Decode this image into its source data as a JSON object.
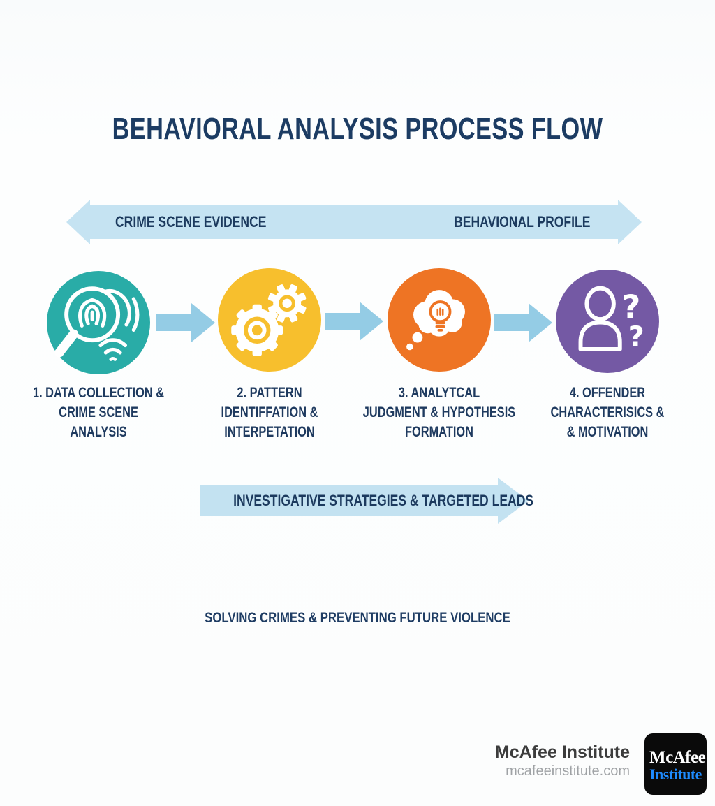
{
  "title": "BEHAVIORAL ANALYSIS PROCESS FLOW",
  "top_arrow": {
    "left_label": "CRIME SCENE EVIDENCE",
    "right_label": "BEHAVIONAL PROFILE"
  },
  "steps": [
    {
      "icon": "fingerprint-magnifier-icon",
      "color": "#29ACA7",
      "label_lines": [
        "1. DATA COLLECTION &",
        "CRIME SCENE",
        "ANALYSIS"
      ]
    },
    {
      "icon": "gears-icon",
      "color": "#F7BF2D",
      "label_lines": [
        "2. PATTERN",
        "IDENTIFFATION &",
        "INTERPETATION"
      ]
    },
    {
      "icon": "thought-bubble-lightbulb-icon",
      "color": "#EE7424",
      "label_lines": [
        "3. ANALYTCAL",
        "JUDGMENT & HYPOTHESIS",
        "FORMATION"
      ]
    },
    {
      "icon": "person-question-marks-icon",
      "color": "#7459A4",
      "label_lines": [
        "4. OFFENDER",
        "CHARACTERISICS &",
        "& MOTIVATION"
      ]
    }
  ],
  "middle_arrow": {
    "label": "INVESTIGATIVE STRATEGIES & TARGETED LEADS"
  },
  "outcome": "SOLVING CRIMES & PREVENTING FUTURE VIOLENCE",
  "branding": {
    "name": "McAfee Institute",
    "website": "mcafeeinstitute.com",
    "logo": {
      "line1": "McAfee",
      "line2": "Institute",
      "line1_color": "#FFFFFF",
      "line2_color": "#1E8BFF",
      "background": "#0A0A0A"
    }
  },
  "colors": {
    "title_navy": "#1C3C63",
    "label_navy": "#1E3A5F",
    "big_arrow_blue": "#C5E3F2",
    "connector_blue": "#94CCE5",
    "background": "#FBFCFD"
  }
}
